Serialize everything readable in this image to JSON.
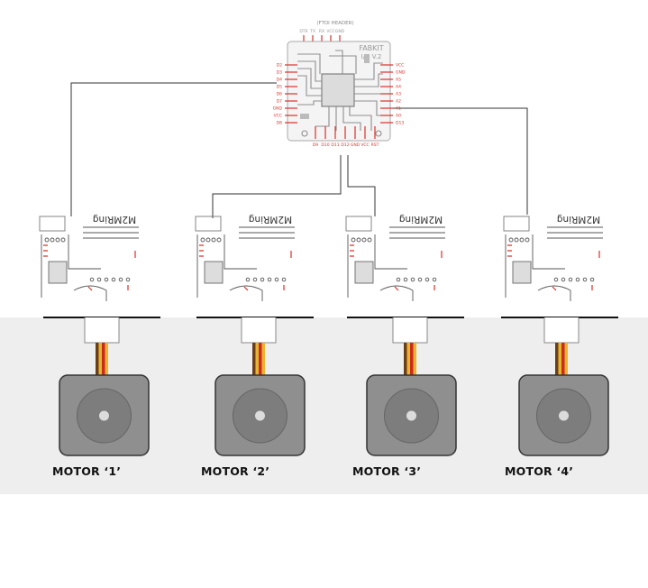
{
  "header_caption": "(FTDI HEADER)",
  "ftdi_pins": [
    "DTR",
    "TX",
    "RX",
    "VCC",
    "GND"
  ],
  "board_title_line1": "FABKIT",
  "board_title_line2": "I/O V.2",
  "left_pins": [
    "D2",
    "D3",
    "D4",
    "D5",
    "D6",
    "D7",
    "GND",
    "VCC",
    "D8"
  ],
  "right_pins": [
    "VCC",
    "GND",
    "A5",
    "A4",
    "A3",
    "A2",
    "A1",
    "A0",
    "D13"
  ],
  "bottom_pins": [
    "D9",
    "D10",
    "D11",
    "D12",
    "GND",
    "VCC",
    "RST"
  ],
  "driver_boards": [
    {
      "mirrored_label": "M2MRing"
    },
    {
      "mirrored_label": "M2MRing"
    },
    {
      "mirrored_label": "M2MRing"
    },
    {
      "mirrored_label": "M2MRing"
    }
  ],
  "motors": [
    {
      "label": "MOTOR ‘1’"
    },
    {
      "label": "MOTOR ‘2’"
    },
    {
      "label": "MOTOR ‘3’"
    },
    {
      "label": "MOTOR ‘4’"
    }
  ],
  "colors": {
    "wire": "#333333",
    "pcb_red": "#d9312b",
    "pcb_gray": "#9a9a9a",
    "band": "#eeeeef",
    "motor_body": "#8f8f8f",
    "motor_disc": "#7d7d7d",
    "cable_red": "#cc2a1f",
    "cable_yellow": "#e8b530",
    "cable_brown": "#6b3e1a"
  }
}
